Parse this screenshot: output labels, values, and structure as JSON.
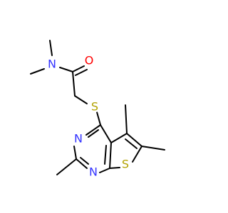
{
  "atoms": {
    "amide_nitrogen": "N",
    "carbonyl_oxygen": "O",
    "thioether_sulfur": "S",
    "ring_nitrogen_upper": "N",
    "ring_nitrogen_lower": "N",
    "thiophene_sulfur": "S"
  },
  "colors": {
    "bond": "#000000",
    "nitrogen": "#3333ff",
    "oxygen": "#ff0000",
    "sulfur": "#b2a200"
  }
}
